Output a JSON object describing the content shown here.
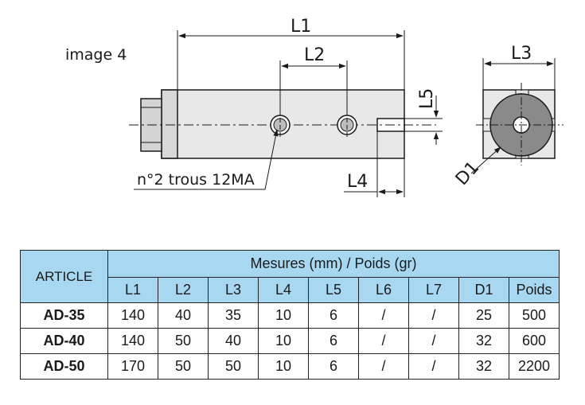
{
  "caption": "image 4",
  "drawing": {
    "labels": {
      "l1": "L1",
      "l2": "L2",
      "l3": "L3",
      "l4": "L4",
      "l5": "L5",
      "d1": "D1"
    },
    "note": "n°2 trous 12MA",
    "colors": {
      "body": "#e8e8e8",
      "end_block": "#d4d4d4",
      "disc": "#8a8a8a",
      "line": "#1a1a1a"
    }
  },
  "table": {
    "article_header": "ARTICLE",
    "group_header": "Mesures (mm) / Poids (gr)",
    "columns": [
      "L1",
      "L2",
      "L3",
      "L4",
      "L5",
      "L6",
      "L7",
      "D1",
      "Poids"
    ],
    "rows": [
      {
        "article": "AD-35",
        "values": [
          "140",
          "40",
          "35",
          "10",
          "6",
          "/",
          "/",
          "25",
          "500"
        ]
      },
      {
        "article": "AD-40",
        "values": [
          "140",
          "50",
          "40",
          "10",
          "6",
          "/",
          "/",
          "32",
          "600"
        ]
      },
      {
        "article": "AD-50",
        "values": [
          "170",
          "50",
          "50",
          "10",
          "6",
          "/",
          "/",
          "32",
          "2200"
        ]
      }
    ],
    "header_color": "#a8d8f1"
  }
}
